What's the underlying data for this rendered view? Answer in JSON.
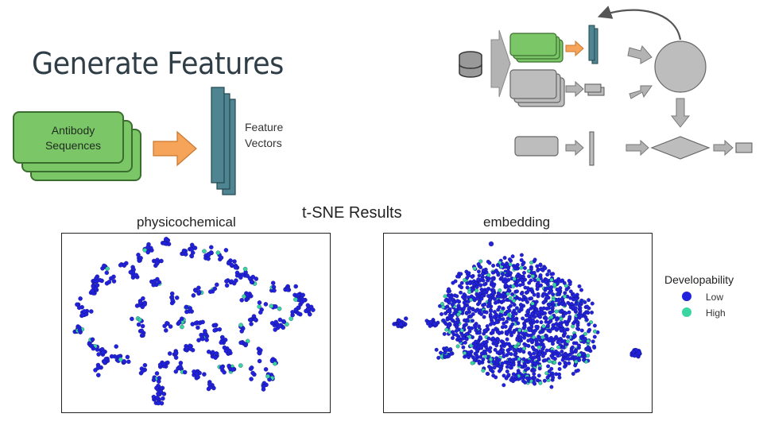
{
  "slide": {
    "title": "Generate Features",
    "input_label_line1": "Antibody",
    "input_label_line2": "Sequences",
    "output_label_line1": "Feature",
    "output_label_line2": "Vectors",
    "results_title": "t-SNE Results"
  },
  "plots": {
    "left_title": "physicochemical",
    "right_title": "embedding"
  },
  "legend": {
    "title": "Developability",
    "items": [
      {
        "label": "Low",
        "color": "#2222dd"
      },
      {
        "label": "High",
        "color": "#3ad6a0"
      }
    ]
  },
  "colors": {
    "card_green": "#7bc667",
    "arrow_orange": "#f5a45a",
    "vector_teal": "#4f8590",
    "diagram_gray": "#b8b8b8"
  }
}
